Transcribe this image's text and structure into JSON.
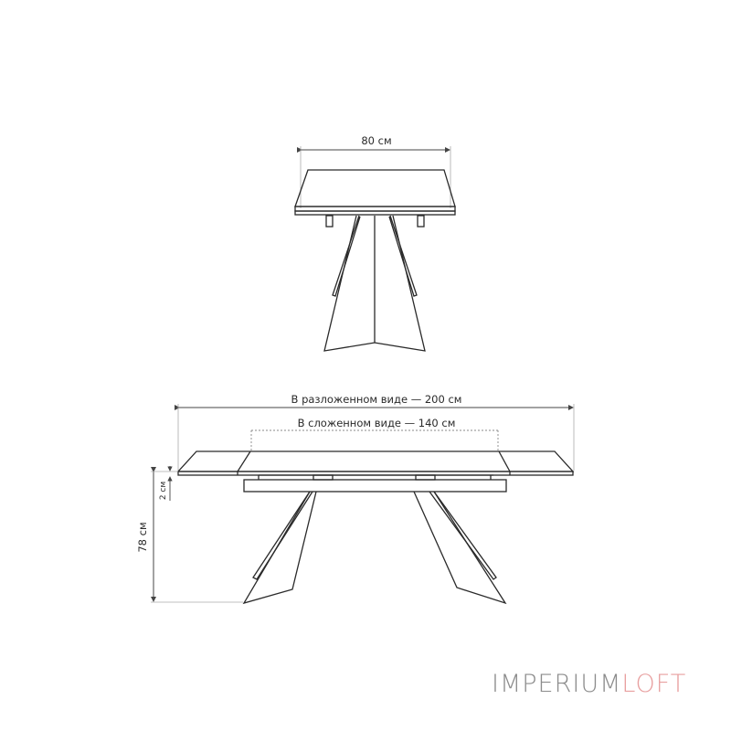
{
  "diagram": {
    "type": "furniture-dimension-drawing",
    "end_view": {
      "width_label": "80 см"
    },
    "side_view": {
      "extended_length_label": "В разложенном виде — 200 см",
      "folded_length_label": "В сложенном виде — 140 см",
      "height_label": "78 см",
      "top_thickness_label": "2 см"
    },
    "colors": {
      "line": "#2a2a2a",
      "dimension_line": "#444444",
      "dotted_line": "#888888",
      "logo_primary": "#8c8c8c",
      "logo_accent": "#e8a0a0"
    }
  },
  "logo": {
    "part1": "IMPERIUM",
    "part2": "LOFT"
  }
}
